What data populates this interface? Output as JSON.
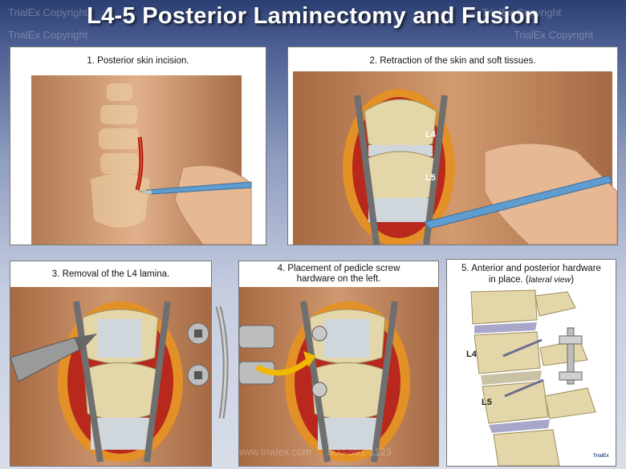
{
  "title": "L4-5 Posterior Laminectomy and Fusion",
  "watermark": "TrialEx Copyright",
  "footer": {
    "website": "www.trialex.com",
    "phone": "800-591-1123"
  },
  "panels": [
    {
      "caption": "1. Posterior skin incision."
    },
    {
      "caption": "2. Retraction of the skin and soft tissues.",
      "labels": [
        "L4",
        "L5"
      ]
    },
    {
      "caption": "3.  Removal of the L4 lamina."
    },
    {
      "caption_line1": "4.  Placement of pedicle screw",
      "caption_line2": "hardware on the left."
    },
    {
      "caption_line1": "5.  Anterior and posterior hardware",
      "caption_line2_main": "in place.  (",
      "caption_line2_italic": "lateral view",
      "caption_line2_end": ")",
      "labels": [
        "L4",
        "L5"
      ],
      "logo": "TrialEx"
    }
  ],
  "colors": {
    "skin": "#d9a57a",
    "bone": "#e3d6a8",
    "disc": "#cfd6dc",
    "tissue": "#b8281c",
    "fat": "#e79a1f",
    "instrument": "#5f9cd0",
    "arrow": "#f0b800"
  }
}
